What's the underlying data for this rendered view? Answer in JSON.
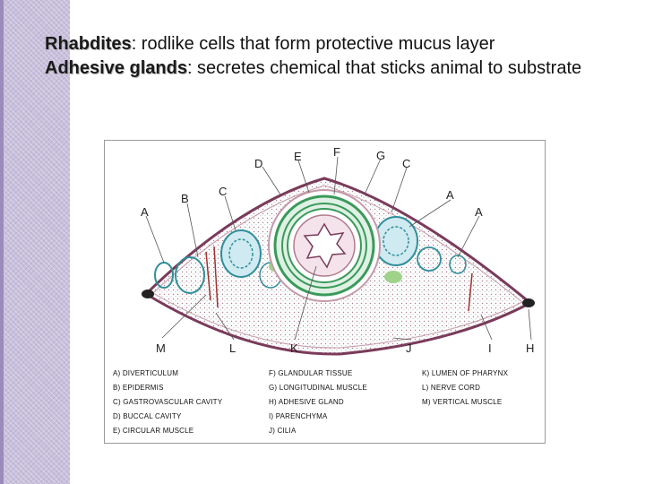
{
  "definitions": [
    {
      "term": "Rhabdites",
      "sep": ":",
      "desc": " rodlike cells that form protective mucus layer"
    },
    {
      "term": "Adhesive glands",
      "sep": ":",
      "desc": " secretes chemical that sticks animal to substrate"
    }
  ],
  "figure": {
    "top_labels": [
      "D",
      "E",
      "F",
      "G",
      "C",
      "A",
      "B",
      "C",
      "A",
      "A"
    ],
    "bottom_labels": [
      "M",
      "L",
      "K",
      "J",
      "I",
      "H"
    ],
    "legend": {
      "col1": [
        "A) DIVERTICULUM",
        "B) EPIDERMIS",
        "C) GASTROVASCULAR CAVITY",
        "D) BUCCAL CAVITY",
        "E) CIRCULAR MUSCLE"
      ],
      "col2": [
        "F) GLANDULAR TISSUE",
        "G) LONGITUDINAL MUSCLE",
        "H) ADHESIVE GLAND",
        "I) PARENCHYMA",
        "J) CILIA"
      ],
      "col3": [
        "K) LUMEN OF PHARYNX",
        "L) NERVE CORD",
        "M) VERTICAL MUSCLE"
      ]
    }
  },
  "colors": {
    "sidebar": "#c9c0dc",
    "body_outline": "#7a3b5a",
    "diverticulum": "#2f8f9a",
    "adhesive_gland": "#9fd38a",
    "muscle_ring": "#3a9a5a"
  }
}
